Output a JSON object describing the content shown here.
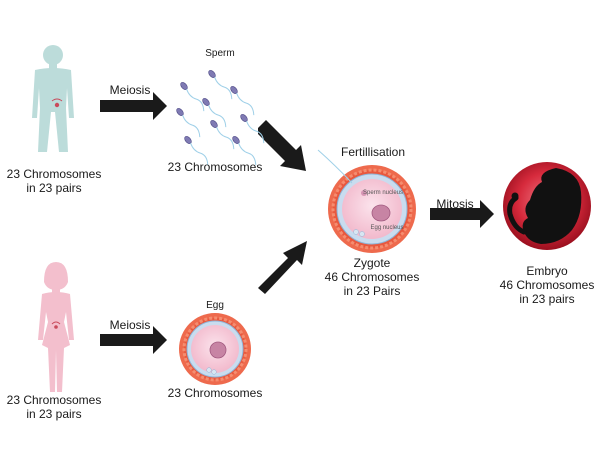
{
  "male": {
    "chromosomes": "23 Chromosomes",
    "pairs": "in 23 pairs"
  },
  "female": {
    "chromosomes": "23 Chromosomes",
    "pairs": "in 23 pairs"
  },
  "arrows": {
    "meiosis_top": "Meiosis",
    "meiosis_bottom": "Meiosis",
    "fertilisation": "Fertillisation",
    "mitosis": "Mitosis"
  },
  "sperm": {
    "title": "Sperm",
    "count": "23 Chromosomes"
  },
  "egg": {
    "title": "Egg",
    "count": "23 Chromosomes"
  },
  "zygote": {
    "title": "Zygote",
    "count": "46 Chromosomes",
    "pairs": "in 23 Pairs",
    "sperm_nucleus": "Sperm nucleus",
    "egg_nucleus": "Egg nucleus"
  },
  "embryo": {
    "title": "Embryo",
    "count": "46 Chromosomes",
    "pairs": "in 23 pairs"
  },
  "colors": {
    "male_body": "#bcdcda",
    "female_body": "#f3bfcd",
    "arrow": "#1a1a1a",
    "egg_corona": "#ee6a4d",
    "egg_zona": "#c9dcef",
    "egg_cytoplasm": "#f6c6d6",
    "embryo_bg": "#c5172a",
    "sperm_head": "#7f7ab3"
  }
}
